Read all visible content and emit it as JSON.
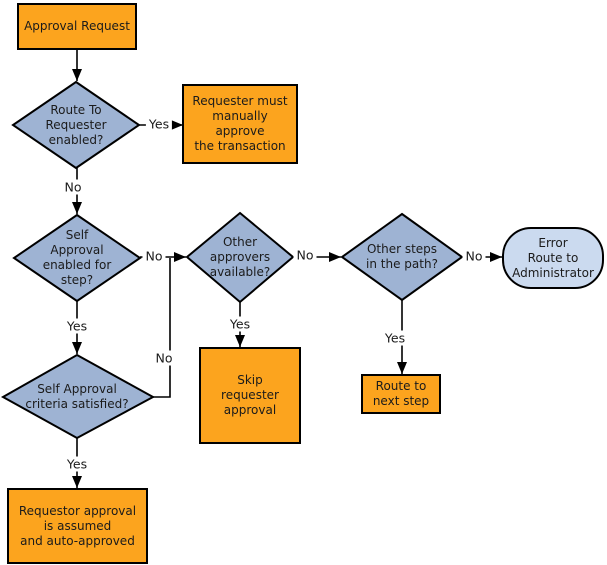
{
  "diagram_type": "flowchart",
  "colors": {
    "process_fill": "#FCA41E",
    "decision_fill": "#9EB3D3",
    "terminal_fill": "#CBDAEF",
    "line": "#000000",
    "background": "#FFFFFF"
  },
  "nodes": {
    "approval_request": {
      "type": "process",
      "label": "Approval Request"
    },
    "route_to_requester": {
      "type": "decision",
      "label": "Route To\nRequester\nenabled?"
    },
    "requester_manual_approve": {
      "type": "process",
      "label": "Requester must\nmanually\napprove\nthe transaction"
    },
    "self_approval_enabled": {
      "type": "decision",
      "label": "Self\nApproval\nenabled for\nstep?"
    },
    "other_approvers": {
      "type": "decision",
      "label": "Other\napprovers\navailable?"
    },
    "other_steps": {
      "type": "decision",
      "label": "Other steps\nin the path?"
    },
    "error_route_admin": {
      "type": "terminal",
      "label": "Error\nRoute to\nAdministrator"
    },
    "self_approval_criteria": {
      "type": "decision",
      "label": "Self Approval\ncriteria satisfied?"
    },
    "skip_requester_approval": {
      "type": "process",
      "label": "Skip\nrequester\napproval"
    },
    "route_next_step": {
      "type": "process",
      "label": "Route to\nnext step"
    },
    "requestor_auto_approved": {
      "type": "process",
      "label": "Requestor approval\nis assumed\nand auto-approved"
    }
  },
  "edge_labels": {
    "route_to_requester_yes": "Yes",
    "route_to_requester_no": "No",
    "self_approval_enabled_no": "No",
    "self_approval_enabled_yes": "Yes",
    "other_approvers_no": "No",
    "other_approvers_yes": "Yes",
    "other_steps_no": "No",
    "other_steps_yes": "Yes",
    "self_approval_criteria_yes": "Yes",
    "self_approval_criteria_no": "No"
  }
}
